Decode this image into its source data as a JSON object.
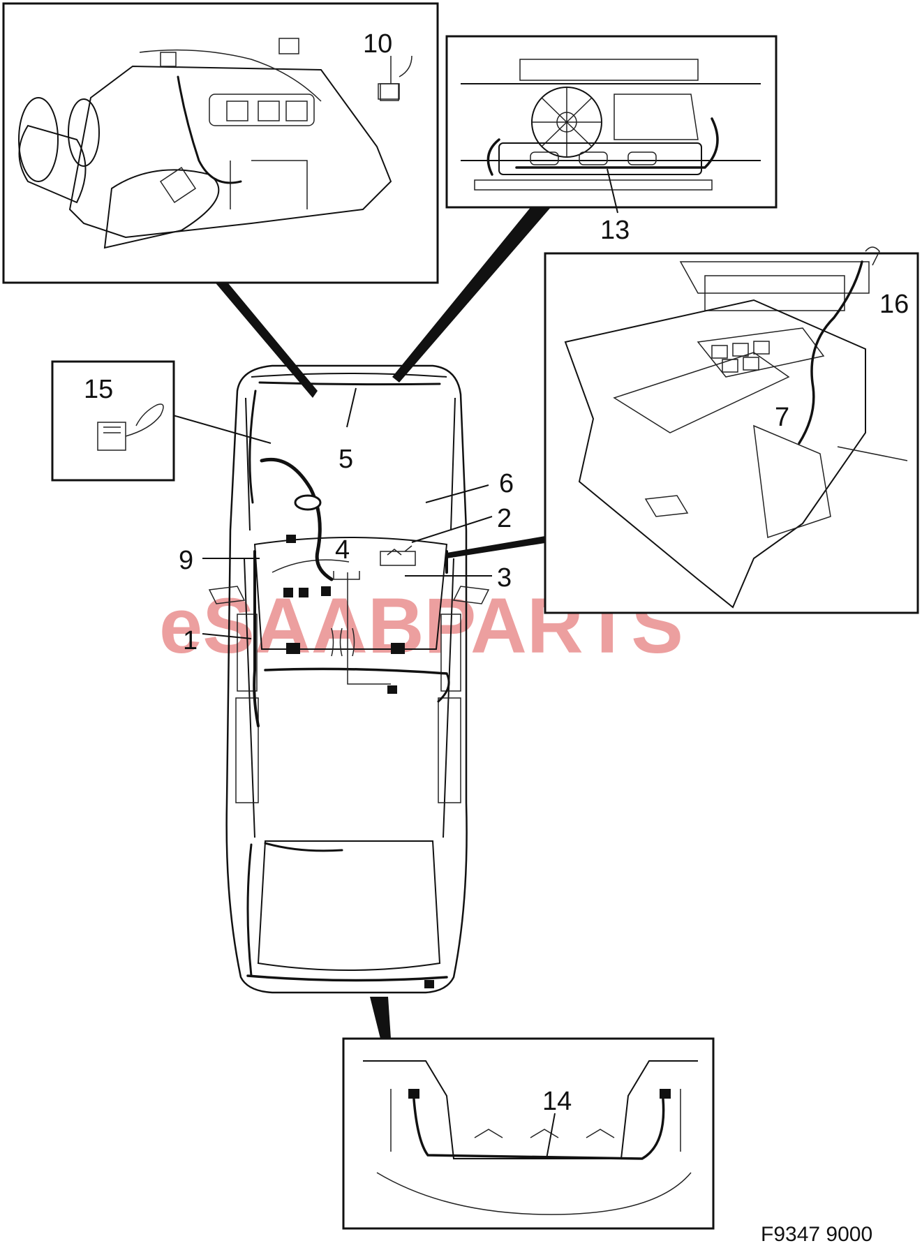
{
  "diagram": {
    "callouts": [
      "1",
      "2",
      "3",
      "4",
      "5",
      "6",
      "7",
      "9",
      "10",
      "13",
      "14",
      "15",
      "16"
    ],
    "watermark": "eSAABPARTS",
    "figure_code": "F9347 9000",
    "colors": {
      "line": "#111111",
      "watermark": "#e98f8f",
      "background": "#ffffff"
    }
  }
}
